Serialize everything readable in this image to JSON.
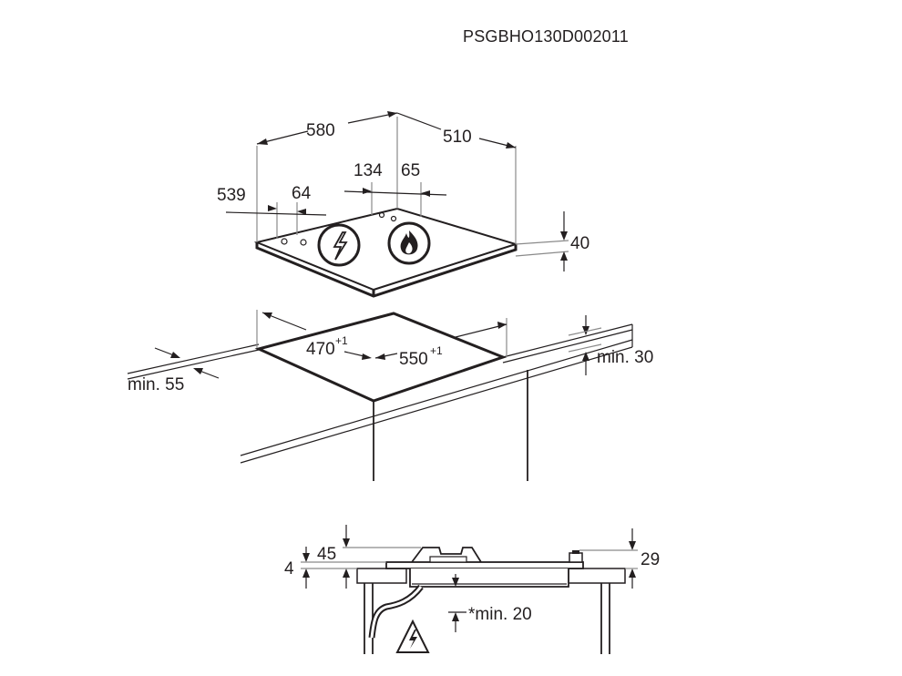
{
  "drawing_code": "PSGBHO130D002011",
  "hob_dimensions": {
    "width": "580",
    "depth": "510",
    "height": "40",
    "offset_left": "539",
    "offset_a": "64",
    "offset_b": "134",
    "offset_c": "65"
  },
  "cutout": {
    "depth": "470",
    "depth_tol": "+1",
    "width": "550",
    "width_tol": "+1",
    "front_clearance": "min. 55",
    "worktop_thickness": "min. 30"
  },
  "side_section": {
    "dim_4": "4",
    "dim_45": "45",
    "dim_29": "29",
    "clearance_below": "*min. 20"
  },
  "icons": [
    "electric-burner-icon",
    "gas-flame-icon",
    "electric-hazard-icon"
  ]
}
